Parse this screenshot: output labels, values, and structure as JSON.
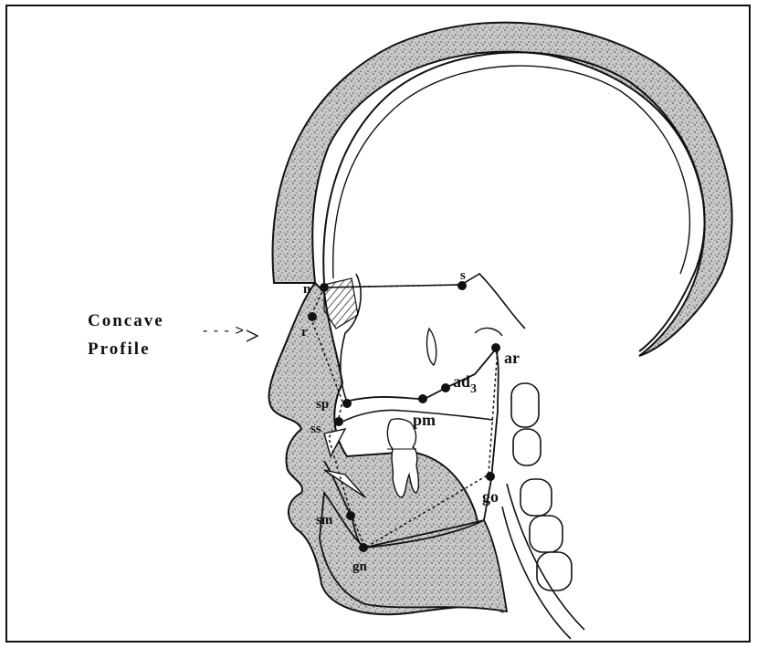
{
  "caption": {
    "line1": "Concave",
    "line2": "Profile"
  },
  "arrow_glyph": "- - - >",
  "landmarks": [
    {
      "id": "n",
      "label": "n"
    },
    {
      "id": "r",
      "label": "r"
    },
    {
      "id": "s",
      "label": "s"
    },
    {
      "id": "ar",
      "label": "ar"
    },
    {
      "id": "ad3",
      "label": "ad",
      "sub": "3"
    },
    {
      "id": "pm",
      "label": "pm"
    },
    {
      "id": "sp",
      "label": "sp"
    },
    {
      "id": "ss",
      "label": "ss"
    },
    {
      "id": "go",
      "label": "go"
    },
    {
      "id": "sm",
      "label": "sm"
    },
    {
      "id": "gn",
      "label": "gn"
    }
  ],
  "colors": {
    "ink": "#111111",
    "bone": "#d8d8d8",
    "background": "#ffffff"
  }
}
